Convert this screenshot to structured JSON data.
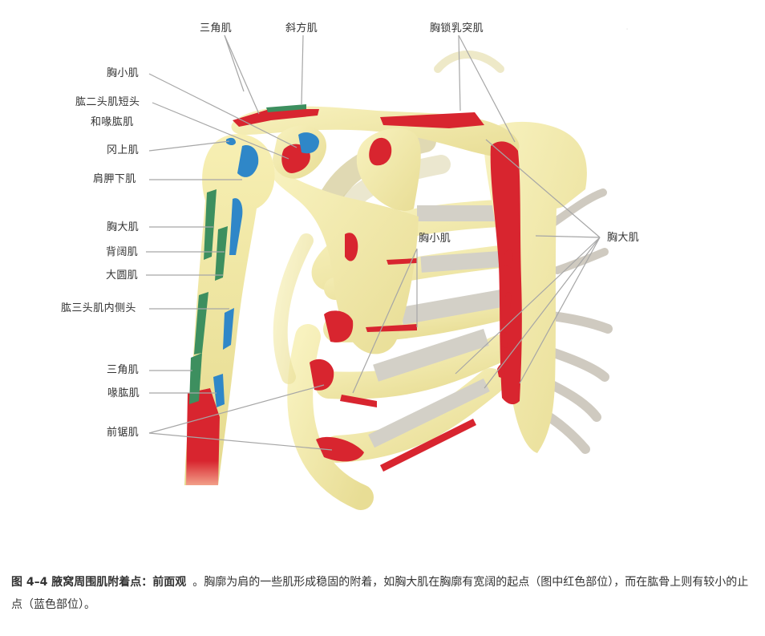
{
  "figure": {
    "labels": {
      "deltoid_top": "三角肌",
      "trapezius": "斜方肌",
      "sternocleidomastoid": "胸锁乳突肌",
      "pectoralis_minor_left": "胸小肌",
      "biceps_short_head": "肱二头肌短头",
      "coracobrachialis": "和喙肱肌",
      "supraspinatus": "冈上肌",
      "subscapularis": "肩胛下肌",
      "pectoralis_major_left": "胸大肌",
      "latissimus": "背阔肌",
      "teres_major": "大圆肌",
      "triceps_medial": "肱三头肌内侧头",
      "deltoid_lower": "三角肌",
      "coracobrachialis_lower": "喙肱肌",
      "serratus_anterior": "前锯肌",
      "pectoralis_minor_center": "胸小肌",
      "pectoralis_major_right": "胸大肌"
    },
    "caption": {
      "lead": "图 4–4   腋窝周围肌附着点：前面观",
      "body": "。胸廓为肩的一些肌形成稳固的附着，如胸大肌在胸廓有宽阔的起点（图中红色部位），而在肱骨上则有较小的止点（蓝色部位）。"
    }
  },
  "colors": {
    "bone": "#efe8a3",
    "bone_shadow": "#d9cf7d",
    "origin_red": "#d8252f",
    "insertion_blue": "#2f87c8",
    "green": "#3d8f5f",
    "cartilage": "#d7d5cf",
    "leader": "#a6a6a6"
  }
}
